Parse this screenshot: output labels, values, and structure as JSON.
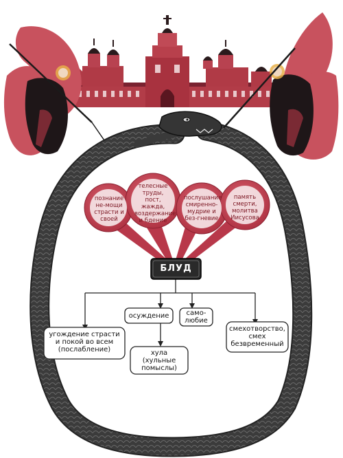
{
  "center": {
    "label": "БЛУД"
  },
  "causes": [
    {
      "label": "познание не-мощи страсти и своей"
    },
    {
      "label": "телесные труды, пост, жажда, воздержание и бдение"
    },
    {
      "label": "послушание смиренно-мудрие и без-гневие"
    },
    {
      "label": "память смерти, молитва Иисусова"
    }
  ],
  "effects": {
    "left": "угождение страсти и покой во всем (послабление)",
    "judgment": "осуждение",
    "blasphemy": "хула (хульные помыслы)",
    "selflove": "само-любие",
    "right": "смехотворство, смех безвременный"
  },
  "colors": {
    "angel_red": "#c8525e",
    "robe_dark": "#1e1618",
    "monastery": "#b23c48",
    "serpent": "#3d3d3d",
    "bubble": "#c34050",
    "node_bg": "#2a2a2a"
  }
}
